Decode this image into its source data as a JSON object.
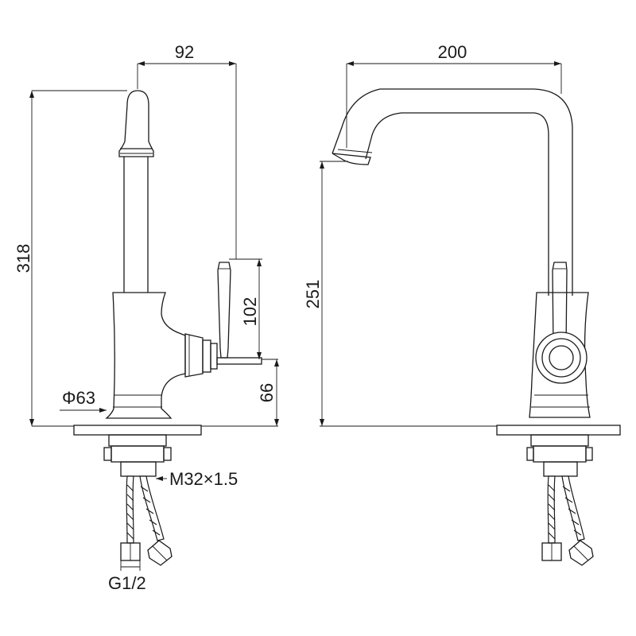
{
  "dimensions": {
    "side_height": "318",
    "side_spout_reach": "92",
    "handle_height": "102",
    "body_height": "66",
    "base_diameter": "Φ63",
    "thread": "M32×1.5",
    "hose_connector": "G1/2",
    "front_width": "200",
    "front_outlet_height": "251"
  }
}
